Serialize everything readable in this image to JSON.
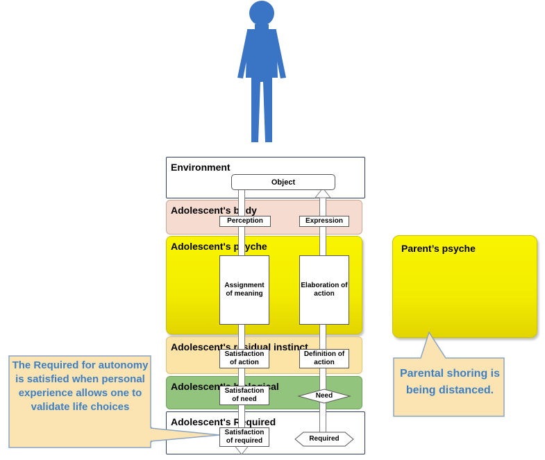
{
  "environment": {
    "title": "Environment",
    "object": "Object"
  },
  "body": {
    "title": "Adolescent's body",
    "perception": "Perception",
    "expression": "Expression"
  },
  "psyche": {
    "title": "Adolescent's psyche",
    "assignment": "Assignment of meaning",
    "elaboration": "Elaboration of action"
  },
  "residual": {
    "title": "Adolescent's residual instinct",
    "satisfaction_action": "Satisfaction of action",
    "definition_action": "Definition of action"
  },
  "biological": {
    "title": "Adolescent's biological",
    "satisfaction_need": "Satisfaction of need",
    "need": "Need"
  },
  "required": {
    "title": "Adolescent's Required",
    "satisfaction_required": "Satisfaction of required",
    "required_label": "Required"
  },
  "parent": {
    "title": "Parent’s psyche"
  },
  "callout_left": {
    "text": "The Required for autonomy is satisfied when personal experience allows one to validate life choices"
  },
  "callout_right": {
    "text": "Parental shoring is being distanced."
  },
  "colors": {
    "person": "#3a74c4",
    "psyche": "#f5ef00",
    "body": "#f6dcd0",
    "residual": "#fce4a6",
    "biological": "#93c47d",
    "callout_fill": "#fce4b2",
    "callout_border": "#8aa3c2",
    "callout_text": "#3e7fc4"
  }
}
